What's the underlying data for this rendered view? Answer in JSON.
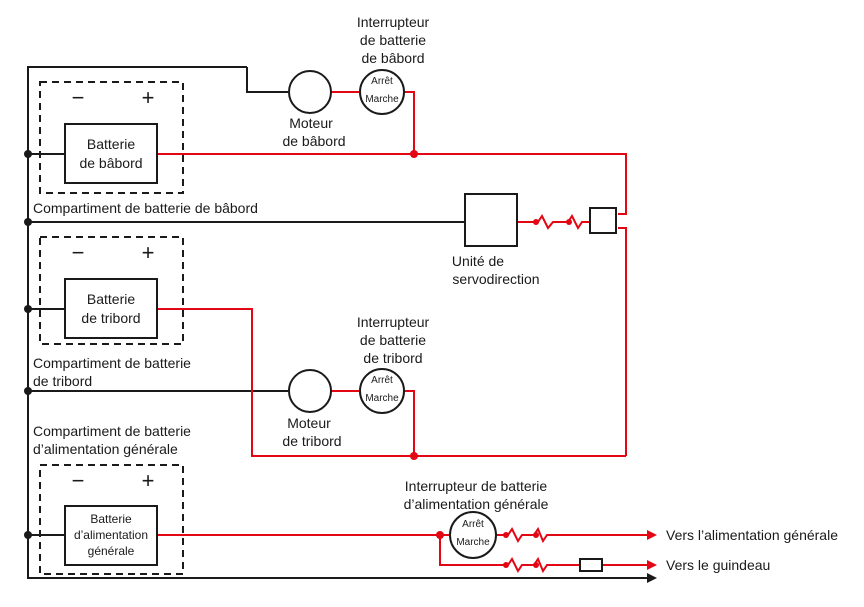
{
  "diagram": {
    "port_battery": {
      "line1": "Batterie",
      "line2": "de bâbord"
    },
    "port_compartment": "Compartiment de batterie de bâbord",
    "starboard_battery": {
      "line1": "Batterie",
      "line2": "de tribord"
    },
    "starboard_compartment": {
      "line1": "Compartiment de batterie",
      "line2": "de tribord"
    },
    "house_compartment": {
      "line1": "Compartiment de batterie",
      "line2": "d’alimentation générale"
    },
    "house_battery": {
      "line1": "Batterie",
      "line2": "d’alimentation",
      "line3": "générale"
    },
    "port_motor": {
      "line1": "Moteur",
      "line2": "de bâbord"
    },
    "starboard_motor": {
      "line1": "Moteur",
      "line2": "de tribord"
    },
    "port_switch_title": {
      "line1": "Interrupteur",
      "line2": "de batterie",
      "line3": "de bâbord"
    },
    "starboard_switch_title": {
      "line1": "Interrupteur",
      "line2": "de batterie",
      "line3": "de tribord"
    },
    "house_switch_title": {
      "line1": "Interrupteur de batterie",
      "line2": "d’alimentation générale"
    },
    "switch_off": "Arrêt",
    "switch_on": "Marche",
    "steering_unit": {
      "line1": "Unité de",
      "line2": "servodirection"
    },
    "to_house": "Vers l’alimentation générale",
    "to_windlass": "Vers le guindeau",
    "minus": "−",
    "plus": "+",
    "colors": {
      "positive": "#e30613",
      "negative": "#1a1a1a"
    }
  }
}
